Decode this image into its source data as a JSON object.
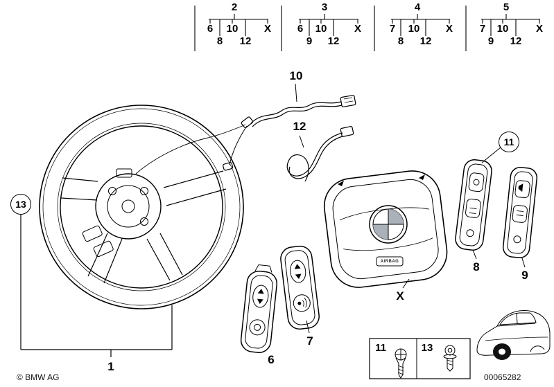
{
  "variant_groups": [
    {
      "id": "2",
      "row1": [
        "6",
        "10",
        "X"
      ],
      "row2": [
        "8",
        "12"
      ]
    },
    {
      "id": "3",
      "row1": [
        "6",
        "10",
        "X"
      ],
      "row2": [
        "9",
        "12"
      ]
    },
    {
      "id": "4",
      "row1": [
        "7",
        "10",
        "X"
      ],
      "row2": [
        "8",
        "12"
      ]
    },
    {
      "id": "5",
      "row1": [
        "7",
        "10",
        "X"
      ],
      "row2": [
        "9",
        "12"
      ]
    }
  ],
  "callouts": {
    "steering_wheel": "1",
    "circled_left": "13",
    "cable_upper": "10",
    "cable_lower": "12",
    "airbag_module": "X",
    "switch_unit_left": "6",
    "switch_unit_center": "7",
    "switch_unit_right_a": "8",
    "switch_unit_right_b": "9",
    "circled_right": "11"
  },
  "airbag_badge": "AIRBAG",
  "legend": {
    "screw_left": "11",
    "screw_right": "13"
  },
  "footer": {
    "copyright": "© BMW AG",
    "document_number": "00065282"
  }
}
